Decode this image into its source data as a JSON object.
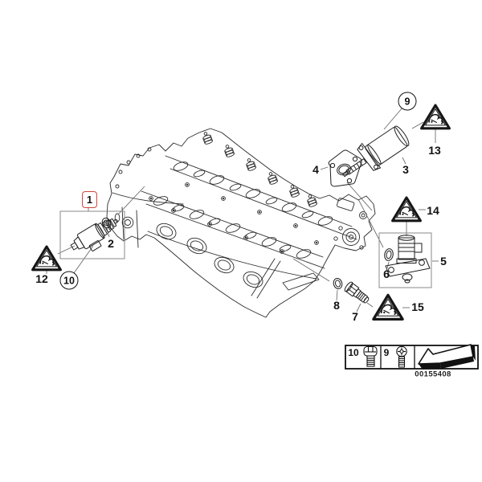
{
  "diagram": {
    "image_number": "00155408",
    "highlight_color": "#d0453c",
    "warning_icon": "scrapped-part-warning-triangle-icon"
  },
  "callouts": {
    "n1": "1",
    "n2": "2",
    "n3": "3",
    "n4": "4",
    "n5": "5",
    "n6": "6",
    "n7": "7",
    "n8": "8",
    "n9": "9",
    "n10": "10",
    "n12": "12",
    "n13": "13",
    "n14": "14",
    "n15": "15"
  },
  "legend": {
    "cells": [
      {
        "number": "10",
        "icon": "hex-flange-bolt-icon"
      },
      {
        "number": "9",
        "icon": "pan-head-screw-icon"
      },
      {
        "icon": "direction-arrow-icon"
      }
    ],
    "image_number": "00155408"
  }
}
